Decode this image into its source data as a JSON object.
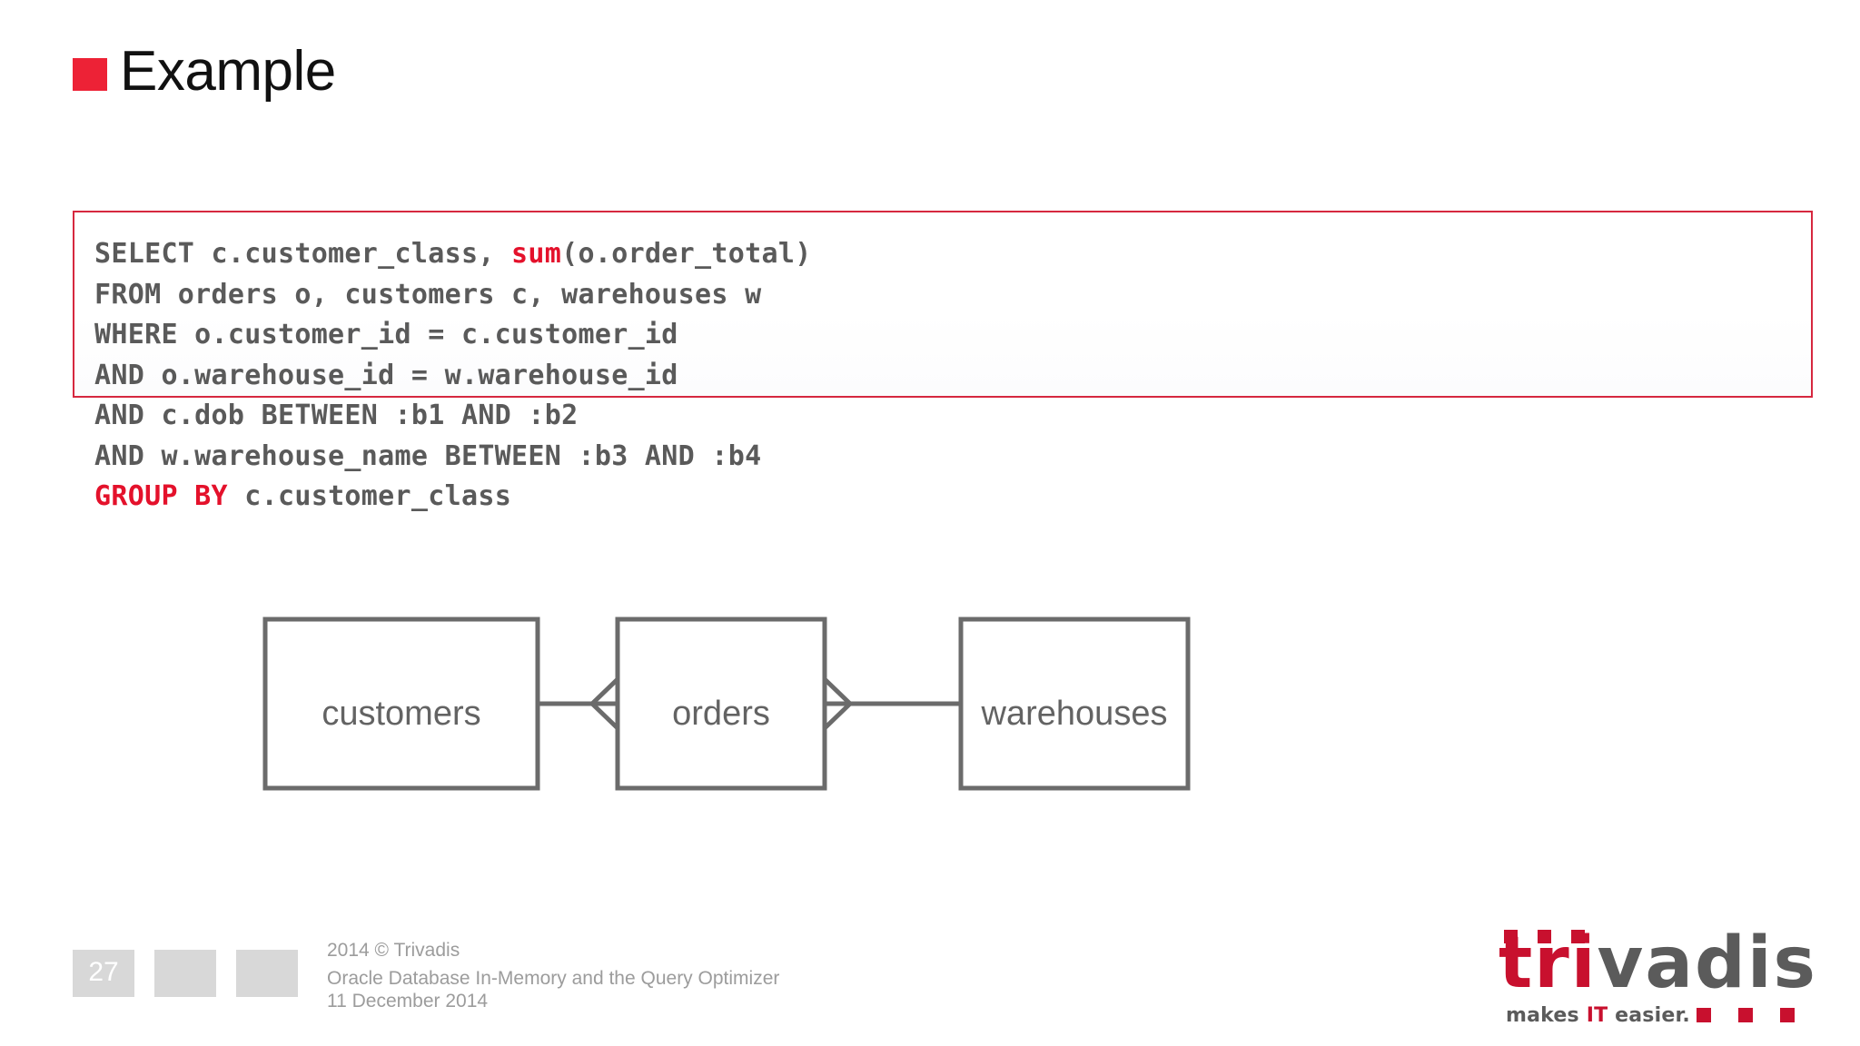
{
  "slide": {
    "title": "Example",
    "bullet_color": "#ED2236"
  },
  "code": {
    "border_color": "#D6283F",
    "text_color": "#5a5a5a",
    "keyword_color": "#E4112B",
    "lines": [
      [
        {
          "t": "SELECT c.customer_class, ",
          "hl": false
        },
        {
          "t": "sum",
          "hl": true
        },
        {
          "t": "(o.order_total)",
          "hl": false
        }
      ],
      [
        {
          "t": "FROM orders o, customers c, warehouses w",
          "hl": false
        }
      ],
      [
        {
          "t": "WHERE o.customer_id = c.customer_id",
          "hl": false
        }
      ],
      [
        {
          "t": "AND o.warehouse_id = w.warehouse_id",
          "hl": false
        }
      ],
      [
        {
          "t": "AND c.dob BETWEEN :b1 AND :b2",
          "hl": false
        }
      ],
      [
        {
          "t": "AND w.warehouse_name BETWEEN :b3 AND :b4",
          "hl": false
        }
      ],
      [
        {
          "t": "GROUP BY",
          "hl": true
        },
        {
          "t": " c.customer_class",
          "hl": false
        }
      ]
    ]
  },
  "diagram": {
    "stroke_color": "#6B6B6B",
    "label_color": "#636363",
    "entities": [
      {
        "name": "customers"
      },
      {
        "name": "orders"
      },
      {
        "name": "warehouses"
      }
    ],
    "relationships": [
      {
        "from": "customers",
        "to": "orders",
        "notation": "crows-foot-at-orders-left"
      },
      {
        "from": "orders",
        "to": "warehouses",
        "notation": "crows-foot-at-orders-right"
      }
    ]
  },
  "footer": {
    "page_number": "27",
    "copyright": "2014 © Trivadis",
    "deck_title": "Oracle Database In-Memory and the Query Optimizer",
    "date": "11 December 2014"
  },
  "logo": {
    "name_part1": "tri",
    "name_part2": "vadis",
    "tagline_pre": "makes ",
    "tagline_accent": "IT",
    "tagline_post": " easier.",
    "red": "#C8102E",
    "gray": "#5B5B5B"
  }
}
